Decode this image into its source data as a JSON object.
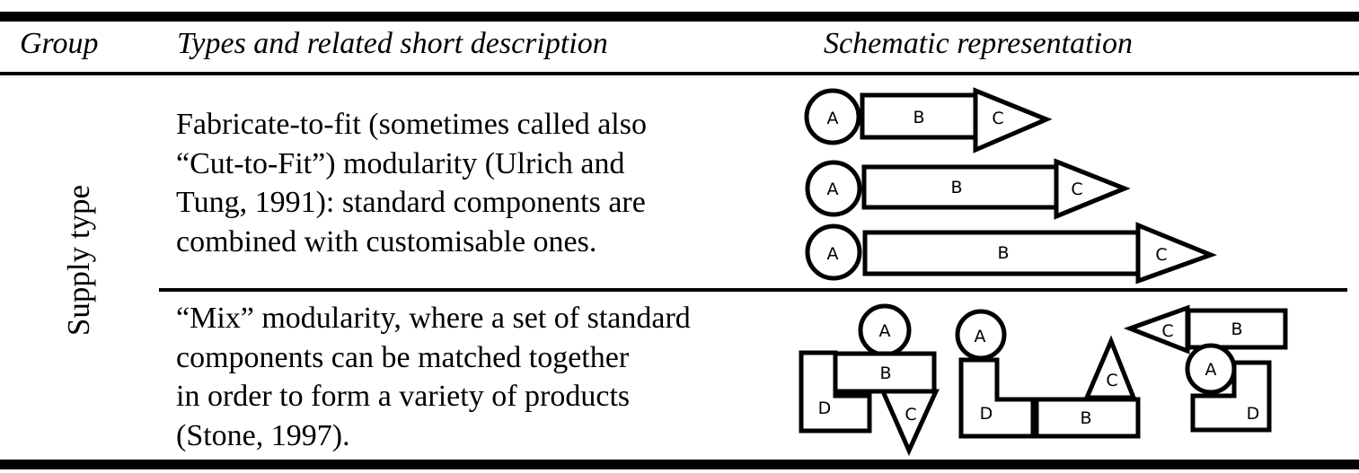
{
  "colors": {
    "ink": "#000000",
    "paper": "#ffffff"
  },
  "header": {
    "group": "Group",
    "types": "Types and related short description",
    "schematic": "Schematic representation"
  },
  "group_column": {
    "label": "Supply type"
  },
  "rows": [
    {
      "name": "fabricate-to-fit",
      "lines": [
        "Fabricate-to-fit (sometimes called also",
        "“Cut-to-Fit”) modularity (Ulrich and",
        "Tung, 1991): standard components are",
        "combined with customisable ones."
      ]
    },
    {
      "name": "mix",
      "lines": [
        "“Mix” modularity, where a set of standard",
        "components can be matched together",
        "in order to form a variety of products",
        "(Stone, 1997)."
      ]
    }
  ],
  "schematics": {
    "fabricate": {
      "arrows": [
        {
          "circle": "A",
          "bar": "B",
          "arrowhead": "C"
        },
        {
          "circle": "A",
          "bar": "B",
          "arrowhead": "C"
        },
        {
          "circle": "A",
          "bar": "B",
          "arrowhead": "C"
        }
      ]
    },
    "mix": {
      "clusters": [
        {
          "circle": "A",
          "bar": "B",
          "triangle": "C",
          "lshape": "D"
        },
        {
          "circle": "A",
          "bar": "B",
          "triangle": "C",
          "lshape": "D"
        },
        {
          "circle": "A",
          "bar": "B",
          "triangle": "C",
          "lshape": "D"
        }
      ]
    }
  }
}
